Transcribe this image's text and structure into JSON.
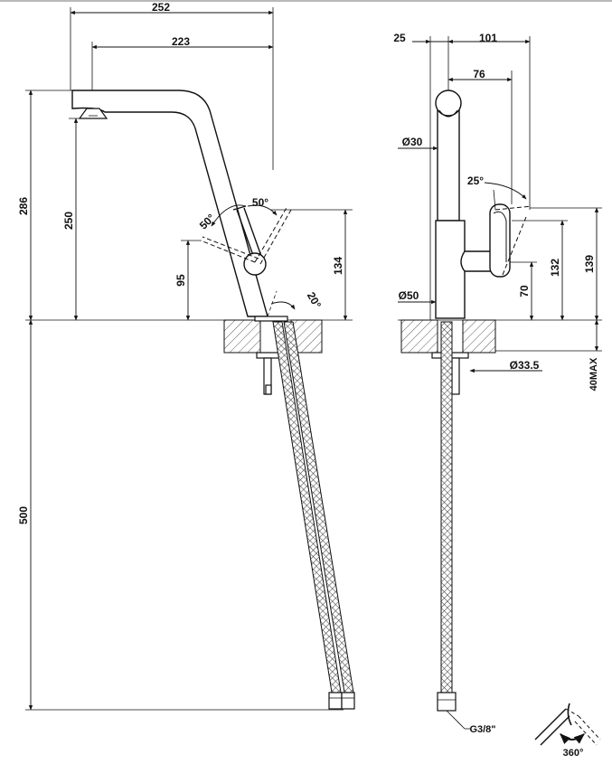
{
  "drawing": {
    "side_view": {
      "total_reach": "252",
      "spout_reach": "223",
      "total_height": "286",
      "spout_height": "250",
      "lever_height": "134",
      "lever_base_height": "95",
      "lever_angle_back": "50°",
      "lever_angle_front": "50°",
      "body_tilt_angle": "20°",
      "hose_length": "500"
    },
    "front_view": {
      "offset_left": "25",
      "total_depth": "101",
      "handle_depth": "76",
      "spout_diameter": "Ø30",
      "handle_angle": "25°",
      "base_diameter": "Ø50",
      "handle_height": "132",
      "total_handle_height": "139",
      "body_height": "70",
      "mounting_hole": "Ø33.5",
      "max_deck_thickness": "40MAX",
      "connection": "G3/8\""
    },
    "rotation_icon_label": "360°"
  }
}
